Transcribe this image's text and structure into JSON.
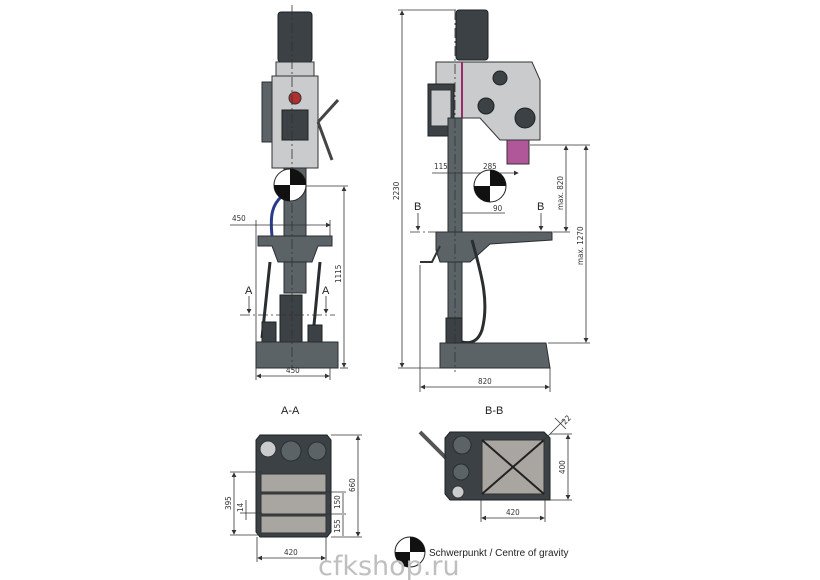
{
  "front_view": {
    "dim_table_width": "450",
    "dim_base_width": "450",
    "dim_height_cog": "1115",
    "section_marker_left": "A",
    "section_marker_right": "A"
  },
  "side_view": {
    "dim_total_height": "2230",
    "dim_column_offset": "115",
    "dim_spindle_offset": "285",
    "dim_cog_offset": "90",
    "dim_max_spindle_table": "max. 820",
    "dim_max_spindle_base": "max. 1270",
    "dim_depth": "820",
    "section_marker_left": "B",
    "section_marker_right": "B"
  },
  "section_aa": {
    "title": "A-A",
    "dim_height": "660",
    "dim_395": "395",
    "dim_14": "14",
    "dim_150": "150",
    "dim_155": "155",
    "dim_width": "420"
  },
  "section_bb": {
    "title": "B-B",
    "dim_400": "400",
    "dim_420": "420",
    "dim_slot": "22"
  },
  "legend": {
    "cog_label": "Schwerpunkt / Centre of gravity"
  },
  "watermark": "cfkshop.ru"
}
